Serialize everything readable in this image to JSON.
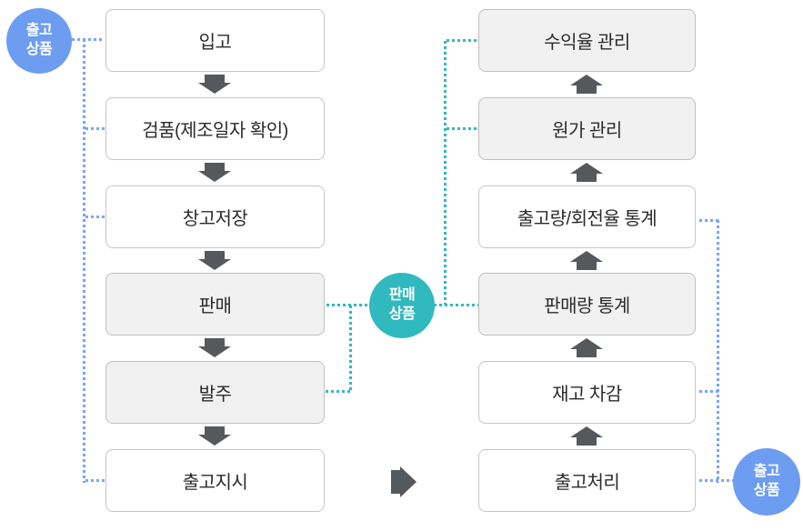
{
  "colors": {
    "blue": "#6D9DF1",
    "blue_dots": "#78A6F4",
    "teal": "#30B9BF",
    "arrow": "#56595B",
    "text": "#2B2B2B",
    "box_border": "#C5C5C5",
    "grey_box_border": "#BFBFBF",
    "grey_box_fill": "#F1F1F2"
  },
  "badges": {
    "outbound_top": {
      "lines": [
        "출고",
        "상품"
      ]
    },
    "sales": {
      "lines": [
        "판매",
        "상품"
      ]
    },
    "outbound_bottom": {
      "lines": [
        "출고",
        "상품"
      ]
    }
  },
  "left_column": {
    "boxes": [
      {
        "label": "입고",
        "highlighted": false
      },
      {
        "label": "검품(제조일자 확인)",
        "highlighted": false
      },
      {
        "label": "창고저장",
        "highlighted": false
      },
      {
        "label": "판매",
        "highlighted": true
      },
      {
        "label": "발주",
        "highlighted": true
      },
      {
        "label": "출고지시",
        "highlighted": false
      }
    ]
  },
  "right_column": {
    "boxes": [
      {
        "label": "수익율 관리",
        "highlighted": true
      },
      {
        "label": "원가 관리",
        "highlighted": true
      },
      {
        "label": "출고량/회전율 통계",
        "highlighted": false
      },
      {
        "label": "판매량 통계",
        "highlighted": true
      },
      {
        "label": "재고 차감",
        "highlighted": false
      },
      {
        "label": "출고처리",
        "highlighted": false
      }
    ]
  },
  "connections": [
    {
      "from": "출고 상품(좌측 상단)",
      "to": [
        "입고",
        "검품(제조일자 확인)",
        "창고저장",
        "출고지시"
      ]
    },
    {
      "from": "판매 상품",
      "to": [
        "판매",
        "발주",
        "판매량 통계",
        "원가 관리",
        "수익율 관리"
      ]
    },
    {
      "from": "출고 상품(우측 하단)",
      "to": [
        "출고량/회전율 통계",
        "재고 차감",
        "출고처리"
      ]
    }
  ]
}
